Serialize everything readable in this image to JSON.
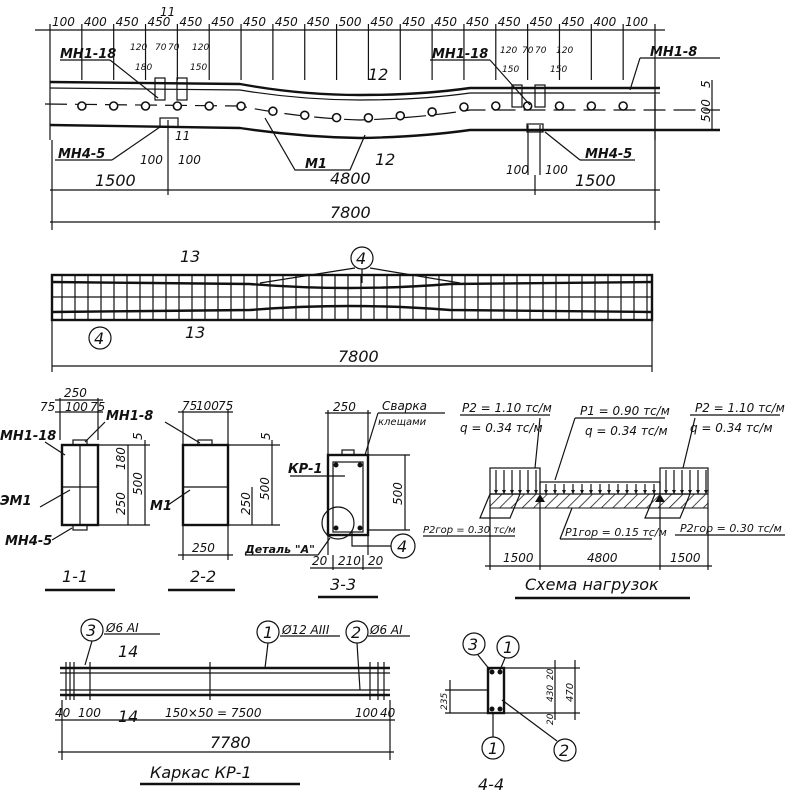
{
  "plan": {
    "spacing_labels": [
      "100",
      "400",
      "450",
      "450",
      "450",
      "450",
      "450",
      "450",
      "450",
      "500",
      "450",
      "450",
      "450",
      "450",
      "450",
      "450",
      "450",
      "400",
      "100"
    ],
    "section_mark": "11",
    "mark_mn1_18_left": "МН1-18",
    "mark_mn1_18_right": "МН1-18",
    "mark_mn1_8": "МН1-8",
    "mark_mn4_5_left": "МН4-5",
    "mark_mn4_5_right": "МН4-5",
    "mark_m1": "М1",
    "label_12_top": "12",
    "label_12_bottom": "12",
    "small_dims_left": [
      "120",
      "70",
      "70",
      "120",
      "180",
      "150"
    ],
    "small_dims_right": [
      "120",
      "70",
      "70",
      "120",
      "150",
      "150"
    ],
    "dim_100a": "100",
    "dim_100b": "100",
    "dim_100c": "100",
    "dim_100d": "100",
    "height_500": "500",
    "height_5": "5",
    "span_left": "1500",
    "span_mid": "4800",
    "span_right": "1500",
    "total": "7800"
  },
  "cage_view": {
    "label_13_top": "13",
    "label_13_bottom": "13",
    "callout_4_top": "4",
    "callout_4_bottom": "4",
    "total": "7800"
  },
  "section_1_1": {
    "title": "1-1",
    "width": "250",
    "dims": [
      "75",
      "100",
      "75"
    ],
    "mark_mn1_8": "МН1-8",
    "mark_mn1_18": "МН1-18",
    "mark_m1": "ЭМ1",
    "mark_mn4_5": "МН4-5",
    "h_180": "180",
    "h_500": "500",
    "h_250": "250",
    "h_5": "5"
  },
  "section_2_2": {
    "title": "2-2",
    "dims": [
      "75",
      "100",
      "75"
    ],
    "width": "250",
    "mark_m1": "М1",
    "h_500": "500",
    "h_250": "250",
    "h_5": "5"
  },
  "section_3_3": {
    "title": "3-3",
    "width": "250",
    "weld_note": [
      "Сварка",
      "клещами"
    ],
    "mark_kr1": "КР-1",
    "h_500": "500",
    "detail": "Деталь \"А\"",
    "callout_4": "4",
    "bottom_dims": [
      "20",
      "210",
      "20"
    ]
  },
  "load_scheme": {
    "title": "Схема нагрузок",
    "left_p": "P2 = 1.10 тс/м",
    "left_q": "q = 0.34 тс/м",
    "mid_p": "P1 = 0.90 тс/м",
    "mid_q": "q = 0.34 тс/м",
    "right_p": "P2 = 1.10 тс/м",
    "right_q": "q = 0.34 тс/м",
    "left_hor": "P2гор = 0.30 тс/м",
    "mid_hor": "P1гор = 0.15 тс/м",
    "right_hor": "P2гор = 0.30 тс/м",
    "spans": [
      "1500",
      "4800",
      "1500"
    ]
  },
  "cage_kr1": {
    "title": "Каркас КР-1",
    "callout_3": "3",
    "bar_3": "Ø6 AI",
    "callout_1": "1",
    "bar_1": "Ø12 AIII",
    "callout_2": "2",
    "bar_2": "Ø6 AI",
    "label_14_top": "14",
    "label_14_bottom": "14",
    "dims": [
      "40",
      "100",
      "150×50 = 7500",
      "100",
      "40"
    ],
    "total": "7780"
  },
  "section_4_4": {
    "title": "4-4",
    "callout_3": "3",
    "callout_1_top": "1",
    "callout_1_bottom": "1",
    "callout_2": "2",
    "dims": [
      "20",
      "430",
      "20",
      "470",
      "235"
    ]
  }
}
